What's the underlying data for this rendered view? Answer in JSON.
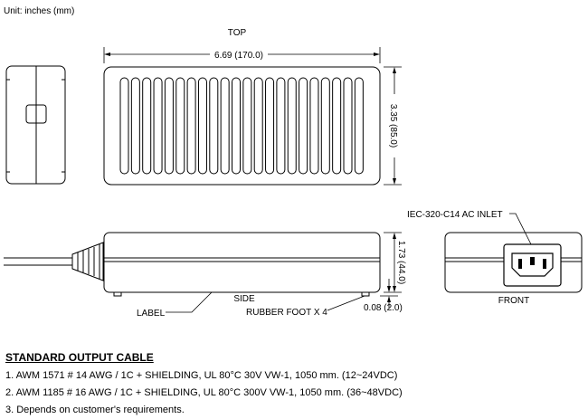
{
  "unit_note": "Unit: inches (mm)",
  "views": {
    "top": "TOP",
    "side": "SIDE",
    "front": "FRONT"
  },
  "dimensions": {
    "length": "6.69 (170.0)",
    "width": "3.35 (85.0)",
    "height": "1.73 (44.0)",
    "foot": "0.08 (2.0)"
  },
  "callouts": {
    "inlet": "IEC-320-C14 AC INLET",
    "label": "LABEL",
    "rubber_foot": "RUBBER FOOT X 4"
  },
  "cable": {
    "title": "STANDARD OUTPUT CABLE",
    "lines": [
      "1. AWM 1571 # 14 AWG / 1C + SHIELDING, UL 80°C 30V VW-1, 1050 mm. (12~24VDC)",
      "2. AWM 1185 # 16 AWG / 1C + SHIELDING, UL 80°C 300V VW-1, 1050 mm. (36~48VDC)",
      "3. Depends on customer's requirements."
    ]
  },
  "vent_slot_count": 22
}
